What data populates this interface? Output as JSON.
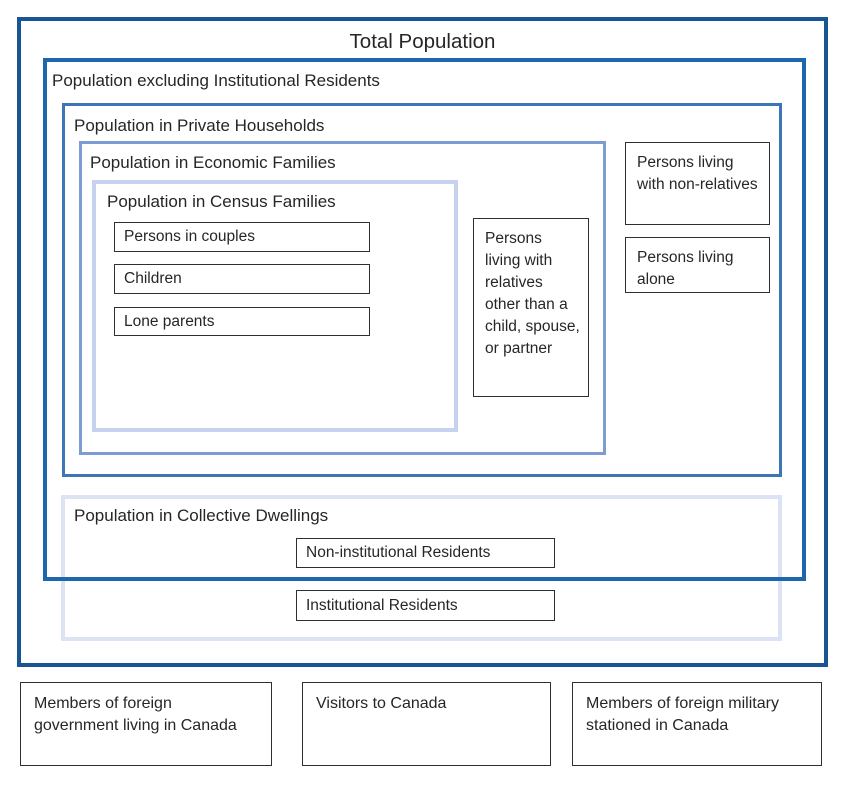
{
  "title": "Total Population",
  "nested": {
    "excluding_institutional": "Population excluding Institutional Residents",
    "private_households": "Population in Private Households",
    "economic_families": "Population in Economic Families",
    "census_families": "Population in Census Families",
    "collective_dwellings": "Population in Collective Dwellings"
  },
  "census_family_boxes": [
    "Persons in couples",
    "Children",
    "Lone parents"
  ],
  "other_boxes": {
    "relatives_other": "Persons living with relatives other than a child, spouse, or partner",
    "non_relatives": "Persons living with non-relatives",
    "living_alone": "Persons living alone",
    "non_institutional": "Non-institutional Residents",
    "institutional": "Institutional Residents"
  },
  "outside_boxes": [
    "Members of foreign government living in Canada",
    "Visitors to Canada",
    "Members of foreign military stationed in Canada"
  ],
  "colors": {
    "total_border": "#1a5593",
    "excluding_border": "#1f67ad",
    "private_border": "#3c76b8",
    "economic_border": "#7d9dd2",
    "census_border": "#c6d2ee",
    "collective_border": "#dce3f4",
    "leaf_border": "#2f2f2f",
    "text": "#262626",
    "background": "#ffffff"
  }
}
